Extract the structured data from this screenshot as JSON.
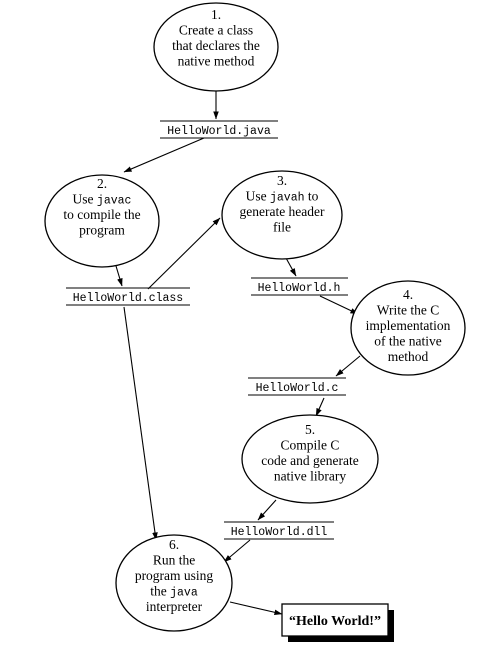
{
  "steps": {
    "s1": {
      "number": "1.",
      "lines": [
        [
          {
            "t": "Create a class",
            "f": "serif"
          }
        ],
        [
          {
            "t": "that declares the",
            "f": "serif"
          }
        ],
        [
          {
            "t": "native method",
            "f": "serif"
          }
        ]
      ]
    },
    "s2": {
      "number": "2.",
      "lines": [
        [
          {
            "t": "Use ",
            "f": "serif"
          },
          {
            "t": "javac",
            "f": "mono"
          }
        ],
        [
          {
            "t": "to compile the",
            "f": "serif"
          }
        ],
        [
          {
            "t": "program",
            "f": "serif"
          }
        ]
      ]
    },
    "s3": {
      "number": "3.",
      "lines": [
        [
          {
            "t": "Use ",
            "f": "serif"
          },
          {
            "t": "javah",
            "f": "mono"
          },
          {
            "t": " to",
            "f": "serif"
          }
        ],
        [
          {
            "t": "generate header",
            "f": "serif"
          }
        ],
        [
          {
            "t": "file",
            "f": "serif"
          }
        ]
      ]
    },
    "s4": {
      "number": "4.",
      "lines": [
        [
          {
            "t": "Write the C",
            "f": "serif"
          }
        ],
        [
          {
            "t": "implementation",
            "f": "serif"
          }
        ],
        [
          {
            "t": "of the native",
            "f": "serif"
          }
        ],
        [
          {
            "t": "method",
            "f": "serif"
          }
        ]
      ]
    },
    "s5": {
      "number": "5.",
      "lines": [
        [
          {
            "t": "Compile C",
            "f": "serif"
          }
        ],
        [
          {
            "t": "code and generate",
            "f": "serif"
          }
        ],
        [
          {
            "t": "native library",
            "f": "serif"
          }
        ]
      ]
    },
    "s6": {
      "number": "6.",
      "lines": [
        [
          {
            "t": "Run the",
            "f": "serif"
          }
        ],
        [
          {
            "t": "program using",
            "f": "serif"
          }
        ],
        [
          {
            "t": "the ",
            "f": "serif"
          },
          {
            "t": "java",
            "f": "mono"
          }
        ],
        [
          {
            "t": "interpreter",
            "f": "serif"
          }
        ]
      ]
    }
  },
  "files": {
    "java": "HelloWorld.java",
    "class": "HelloWorld.class",
    "h": "HelloWorld.h",
    "c": "HelloWorld.c",
    "dll": "HelloWorld.dll"
  },
  "output": {
    "text": "“Hello World!”"
  }
}
